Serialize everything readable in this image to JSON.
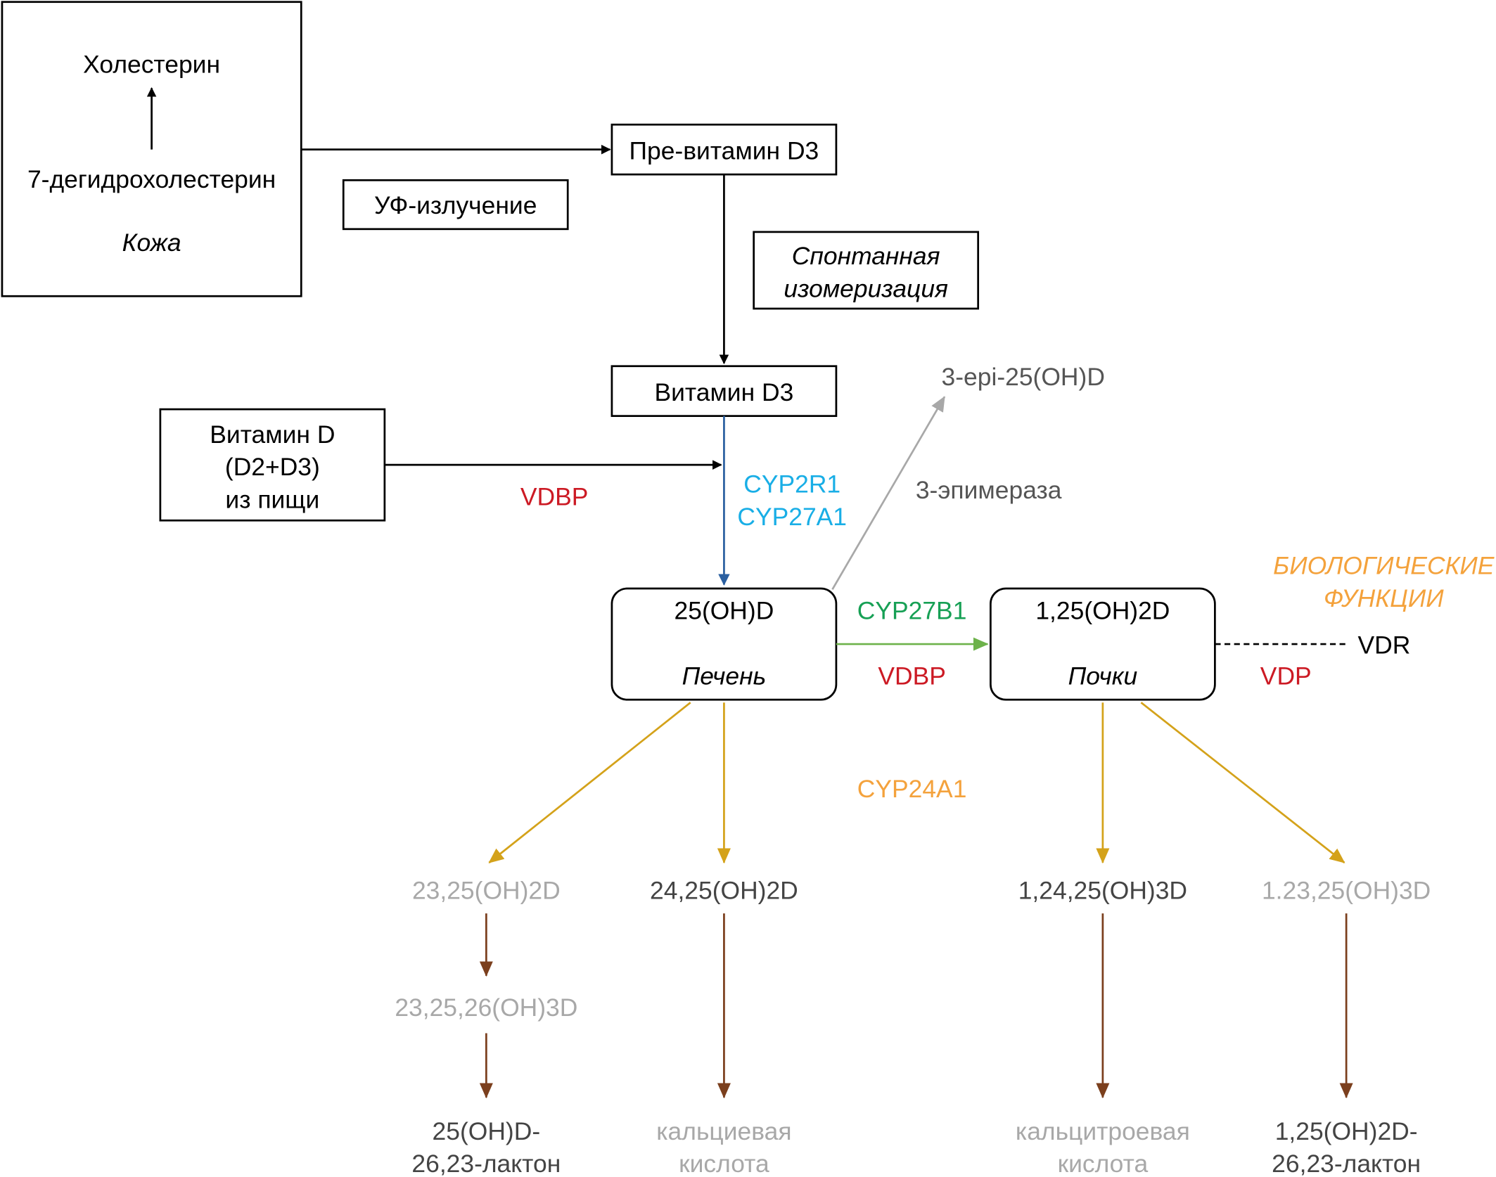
{
  "skin_box": {
    "top": "Холестерин",
    "middle": "7-дегидрохолестерин",
    "organ": "Кожа"
  },
  "uv_label": "УФ-излучение",
  "previtamin": "Пре-витамин D3",
  "isomerization": [
    "Спонтанная",
    "изомеризация"
  ],
  "vitamin_d3": "Витамин D3",
  "diet_box": [
    "Витамин D",
    "(D2+D3)",
    "из пищи"
  ],
  "vdbp_1": "VDBP",
  "cyp_liver": [
    "CYP2R1",
    "CYP27A1"
  ],
  "epi_product": "3-epi-25(OH)D",
  "epimerase": "3-эпимераза",
  "liver_box": {
    "compound": "25(OH)D",
    "organ": "Печень"
  },
  "kidney_box": {
    "compound": "1,25(OH)2D",
    "organ": "Почки"
  },
  "cyp27b1": "CYP27B1",
  "vdbp_2": "VDBP",
  "vdp": "VDP",
  "vdr": "VDR",
  "bio_functions": [
    "БИОЛОГИЧЕСКИЕ",
    "ФУНКЦИИ"
  ],
  "cyp24a1": "CYP24A1",
  "metabolites": {
    "m1": "23,25(OH)2D",
    "m2": "24,25(OH)2D",
    "m3": "1,24,25(OH)3D",
    "m4": "1.23,25(OH)3D",
    "m5": "23,25,26(OH)3D"
  },
  "end_products": {
    "e1": [
      "25(OH)D-",
      "26,23-лактон"
    ],
    "e2": [
      "кальциевая",
      "кислота"
    ],
    "e3": [
      "кальцитроевая",
      "кислота"
    ],
    "e4": [
      "1,25(OH)2D-",
      "26,23-лактон"
    ]
  },
  "colors": {
    "black": "#000000",
    "blue_line": "#2a5fa0",
    "cyan": "#19aee6",
    "red": "#cc1a24",
    "green_text": "#17a055",
    "green_line": "#6db24a",
    "orange": "#f4a23c",
    "gold": "#d4a21a",
    "brown": "#7b3f1d",
    "grey": "#a8a8a8",
    "dark_grey": "#555555"
  }
}
